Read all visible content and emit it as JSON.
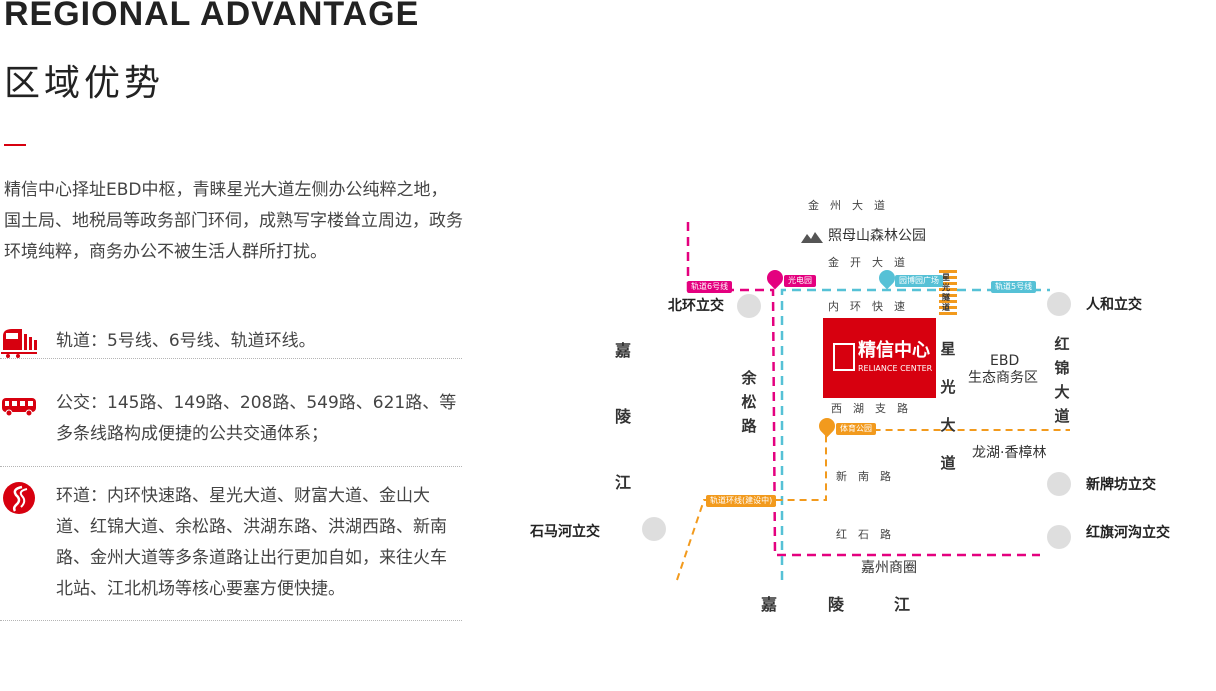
{
  "header": {
    "title_en": "REGIONAL ADVANTAGE",
    "title_cn": "区域优势"
  },
  "intro": "精信中心择址EBD中枢，青睐星光大道左侧办公纯粹之地，国土局、地税局等政务部门环伺，成熟写字楼耸立周边，政务环境纯粹，商务办公不被生活人群所打扰。",
  "features": [
    {
      "icon": "train-icon",
      "text": "轨道：5号线、6号线、轨道环线。"
    },
    {
      "icon": "bus-icon",
      "text": "公交：145路、149路、208路、549路、621路、等多条线路构成便捷的公共交通体系；"
    },
    {
      "icon": "road-icon",
      "text": "环道：内环快速路、星光大道、财富大道、金山大道、红锦大道、余松路、洪湖东路、洪湖西路、新南路、金州大道等多条道路让出行更加自如，来往火车北站、江北机场等核心要塞方便快捷。"
    }
  ],
  "map": {
    "roads": {
      "jinzhou": "金州大道",
      "jinkai": "金开大道",
      "neihuan": "内环快速",
      "xihu": "西湖支路",
      "xinnan": "新南路",
      "hongshi": "红石路",
      "yusong": "余松路",
      "xingguang": "星光大道",
      "hongjin": "红锦大道",
      "star_tunnel": "星光隧道"
    },
    "park": "照母山森林公园",
    "ebd_line1": "EBD",
    "ebd_line2": "生态商务区",
    "longhu": "龙湖·香樟林",
    "jiazhou": "嘉州商圈",
    "river_left": "嘉陵江",
    "river_bottom": [
      "嘉",
      "陵",
      "江"
    ],
    "interchanges": {
      "beihuan": "北环立交",
      "renhe": "人和立交",
      "xinpaifang": "新牌坊立交",
      "hongqi": "红旗河沟立交",
      "shima": "石马河立交"
    },
    "lines": {
      "line6": "轨道6号线",
      "line5": "轨道5号线",
      "loop": "轨道环线(建设中)",
      "guangdian": "光电园",
      "yuanbo": "园博园广场",
      "tiyu": "体育公园"
    },
    "logo": {
      "cn": "精信中心",
      "en": "RELIANCE CENTER"
    },
    "colors": {
      "line6": "#e4007f",
      "line5": "#56c1d6",
      "loop": "#f29a1d",
      "brand": "#d7000f"
    }
  }
}
